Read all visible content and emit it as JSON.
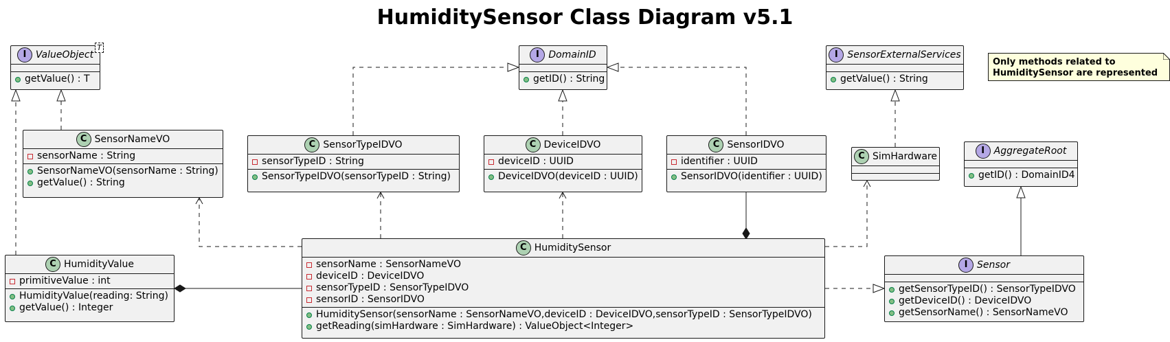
{
  "title": "HumiditySensor Class Diagram v5.1",
  "note": {
    "lines": [
      "Only methods related to",
      "HumiditySensor are represented"
    ]
  },
  "colors": {
    "class_fill": "#F1F1F1",
    "border": "#181818",
    "class_badge": "#ADD1B2",
    "interface_badge": "#B4A7E5",
    "note_fill": "#FEFFDD",
    "public_marker": "#84BE84",
    "private_marker": "#C82930"
  },
  "classes": {
    "value_object": {
      "kind": "interface",
      "badge": "I",
      "name": "ValueObject",
      "type_param": "T",
      "fields": [],
      "methods": [
        {
          "vis": "public",
          "text": "getValue() : T"
        }
      ]
    },
    "domain_id": {
      "kind": "interface",
      "badge": "I",
      "name": "DomainID",
      "fields": [],
      "methods": [
        {
          "vis": "public",
          "text": "getID() : String"
        }
      ]
    },
    "sensor_external_services": {
      "kind": "interface",
      "badge": "I",
      "name": "SensorExternalServices",
      "fields": [],
      "methods": [
        {
          "vis": "public",
          "text": "getValue() : String"
        }
      ]
    },
    "sensor_name_vo": {
      "kind": "class",
      "badge": "C",
      "name": "SensorNameVO",
      "fields": [
        {
          "vis": "private",
          "text": "sensorName : String"
        }
      ],
      "methods": [
        {
          "vis": "public",
          "text": "SensorNameVO(sensorName : String)"
        },
        {
          "vis": "public",
          "text": "getValue() : String"
        }
      ]
    },
    "sensor_type_idvo": {
      "kind": "class",
      "badge": "C",
      "name": "SensorTypeIDVO",
      "fields": [
        {
          "vis": "private",
          "text": "sensorTypeID : String"
        }
      ],
      "methods": [
        {
          "vis": "public",
          "text": "SensorTypeIDVO(sensorTypeID : String)"
        }
      ]
    },
    "device_idvo": {
      "kind": "class",
      "badge": "C",
      "name": "DeviceIDVO",
      "fields": [
        {
          "vis": "private",
          "text": "deviceID : UUID"
        }
      ],
      "methods": [
        {
          "vis": "public",
          "text": "DeviceIDVO(deviceID : UUID)"
        }
      ]
    },
    "sensor_idvo": {
      "kind": "class",
      "badge": "C",
      "name": "SensorIDVO",
      "fields": [
        {
          "vis": "private",
          "text": "identifier : UUID"
        }
      ],
      "methods": [
        {
          "vis": "public",
          "text": "SensorIDVO(identifier : UUID)"
        }
      ]
    },
    "sim_hardware": {
      "kind": "class",
      "badge": "C",
      "name": "SimHardware",
      "fields": [],
      "methods": []
    },
    "aggregate_root": {
      "kind": "interface",
      "badge": "I",
      "name": "AggregateRoot",
      "fields": [],
      "methods": [
        {
          "vis": "public",
          "text": "getID() : DomainID4"
        }
      ]
    },
    "humidity_value": {
      "kind": "class",
      "badge": "C",
      "name": "HumidityValue",
      "fields": [
        {
          "vis": "private",
          "text": "primitiveValue : int"
        }
      ],
      "methods": [
        {
          "vis": "public",
          "text": "HumidityValue(reading: String)"
        },
        {
          "vis": "public",
          "text": "getValue() : Integer"
        }
      ]
    },
    "humidity_sensor": {
      "kind": "class",
      "badge": "C",
      "name": "HumiditySensor",
      "fields": [
        {
          "vis": "private",
          "text": "sensorName : SensorNameVO"
        },
        {
          "vis": "private",
          "text": "deviceID : DeviceIDVO"
        },
        {
          "vis": "private",
          "text": "sensorTypeID : SensorTypeIDVO"
        },
        {
          "vis": "private",
          "text": "sensorID : SensorIDVO"
        }
      ],
      "methods": [
        {
          "vis": "public",
          "text": "HumiditySensor(sensorName : SensorNameVO,deviceID : DeviceIDVO,sensorTypeID : SensorTypeIDVO)"
        },
        {
          "vis": "public",
          "text": "getReading(simHardware : SimHardware) : ValueObject<Integer>"
        }
      ]
    },
    "sensor": {
      "kind": "interface",
      "badge": "I",
      "name": "Sensor",
      "fields": [],
      "methods": [
        {
          "vis": "public",
          "text": "getSensorTypeID() : SensorTypeIDVO"
        },
        {
          "vis": "public",
          "text": "getDeviceID() : DeviceIDVO"
        },
        {
          "vis": "public",
          "text": "getSensorName() : SensorNameVO"
        }
      ]
    }
  }
}
